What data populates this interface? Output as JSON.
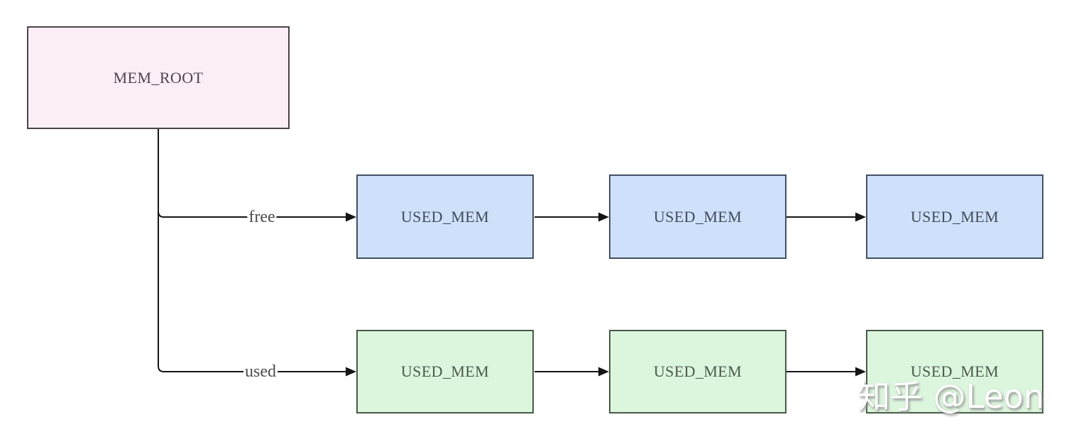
{
  "diagram": {
    "root": {
      "label": "MEM_ROOT"
    },
    "branches": [
      {
        "edge_label": "free",
        "nodes": [
          {
            "label": "USED_MEM"
          },
          {
            "label": "USED_MEM"
          },
          {
            "label": "USED_MEM"
          }
        ]
      },
      {
        "edge_label": "used",
        "nodes": [
          {
            "label": "USED_MEM"
          },
          {
            "label": "USED_MEM"
          },
          {
            "label": "USED_MEM"
          }
        ]
      }
    ],
    "colors": {
      "root_fill": "#fceef7",
      "root_border": "#4b4349",
      "root_text": "#4e4551",
      "free_fill": "#cfe1fa",
      "free_border": "#415064",
      "free_text": "#404b5a",
      "used_fill": "#dcf5dd",
      "used_border": "#485948",
      "used_text": "#4c594c",
      "line": "#151515",
      "label_text": "#4c4c4c"
    },
    "watermark": "知乎 @Leon"
  }
}
